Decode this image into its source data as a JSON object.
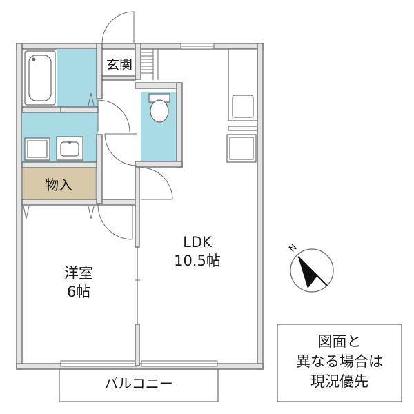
{
  "rooms": {
    "entrance": "玄関",
    "storage": "物入",
    "ldk_name": "LDK",
    "ldk_size": "10.5帖",
    "western_name": "洋室",
    "western_size": "6帖",
    "balcony": "バルコニー"
  },
  "note_lines": [
    "図面と",
    "異なる場合は",
    "現況優先"
  ],
  "compass": {
    "north_label": "N"
  },
  "colors": {
    "tile": "#a9dbe5",
    "storage": "#d8caa8",
    "wall": "#e4e4e4"
  }
}
